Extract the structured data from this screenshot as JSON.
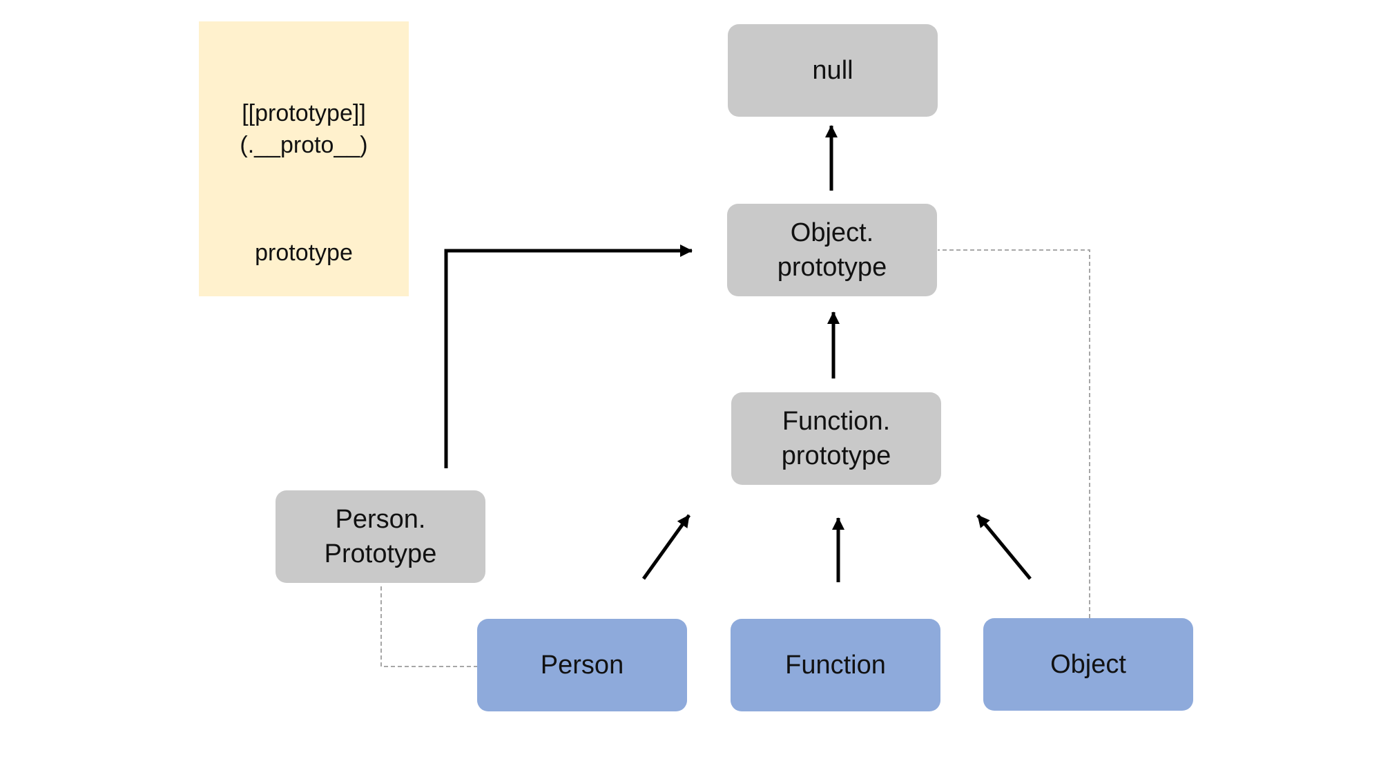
{
  "legend": {
    "proto_link_label_line1": "[[prototype]]",
    "proto_link_label_line2": "(.__proto__)",
    "prototype_link_label": "prototype"
  },
  "nodes": {
    "null": {
      "label": "null"
    },
    "object_prototype": {
      "label": "Object.\nprototype"
    },
    "function_prototype": {
      "label": "Function.\nprototype"
    },
    "person_prototype": {
      "label": "Person.\nPrototype"
    },
    "person": {
      "label": "Person"
    },
    "function": {
      "label": "Function"
    },
    "object": {
      "label": "Object"
    }
  },
  "colors": {
    "prototype_object": "#c9c9c9",
    "constructor": "#8eaadb",
    "legend_background": "#fff1cd",
    "solid_arrow": "#000000",
    "dashed_link": "#a6a6a6"
  }
}
